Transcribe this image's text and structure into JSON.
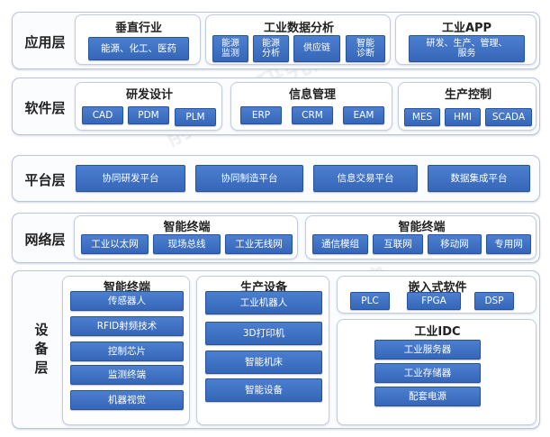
{
  "layers": {
    "app": "应用层",
    "software": "软件层",
    "platform": "平台层",
    "network": "网络层",
    "device": "设备层"
  },
  "app": {
    "vertical": {
      "title": "垂直行业",
      "items": [
        "能源、化工、医药"
      ]
    },
    "analysis": {
      "title": "工业数据分析",
      "items": [
        "能源\n监测",
        "能源\n分析",
        "供应链",
        "智能\n诊断"
      ]
    },
    "industrial_app": {
      "title": "工业APP",
      "items": [
        "研发、生产、管理、\n服务"
      ]
    }
  },
  "software": {
    "rd": {
      "title": "研发设计",
      "items": [
        "CAD",
        "PDM",
        "PLM"
      ]
    },
    "info": {
      "title": "信息管理",
      "items": [
        "ERP",
        "CRM",
        "EAM"
      ]
    },
    "prod": {
      "title": "生产控制",
      "items": [
        "MES",
        "HMI",
        "SCADA"
      ]
    }
  },
  "platform": {
    "items": [
      "协同研发平台",
      "协同制造平台",
      "信息交易平台",
      "数据集成平台"
    ]
  },
  "network": {
    "left": {
      "title": "智能终端",
      "items": [
        "工业以太网",
        "现场总线",
        "工业无线网"
      ]
    },
    "right": {
      "title": "智能终端",
      "items": [
        "通信模组",
        "互联网",
        "移动网",
        "专用网"
      ]
    }
  },
  "device": {
    "terminal": {
      "title": "智能终端",
      "items": [
        "传感器人",
        "RFID射频技术",
        "控制芯片",
        "监测终端",
        "机器视觉"
      ]
    },
    "equipment": {
      "title": "生产设备",
      "items": [
        "工业机器人",
        "3D打印机",
        "智能机床",
        "智能设备"
      ]
    },
    "embedded": {
      "title": "嵌入式软件",
      "items": [
        "PLC",
        "FPGA",
        "DSP"
      ]
    },
    "idc": {
      "title": "工业IDC",
      "items": [
        "工业服务器",
        "工业存储器",
        "配套电源"
      ]
    }
  },
  "watermark": "前瞻产业研究院"
}
